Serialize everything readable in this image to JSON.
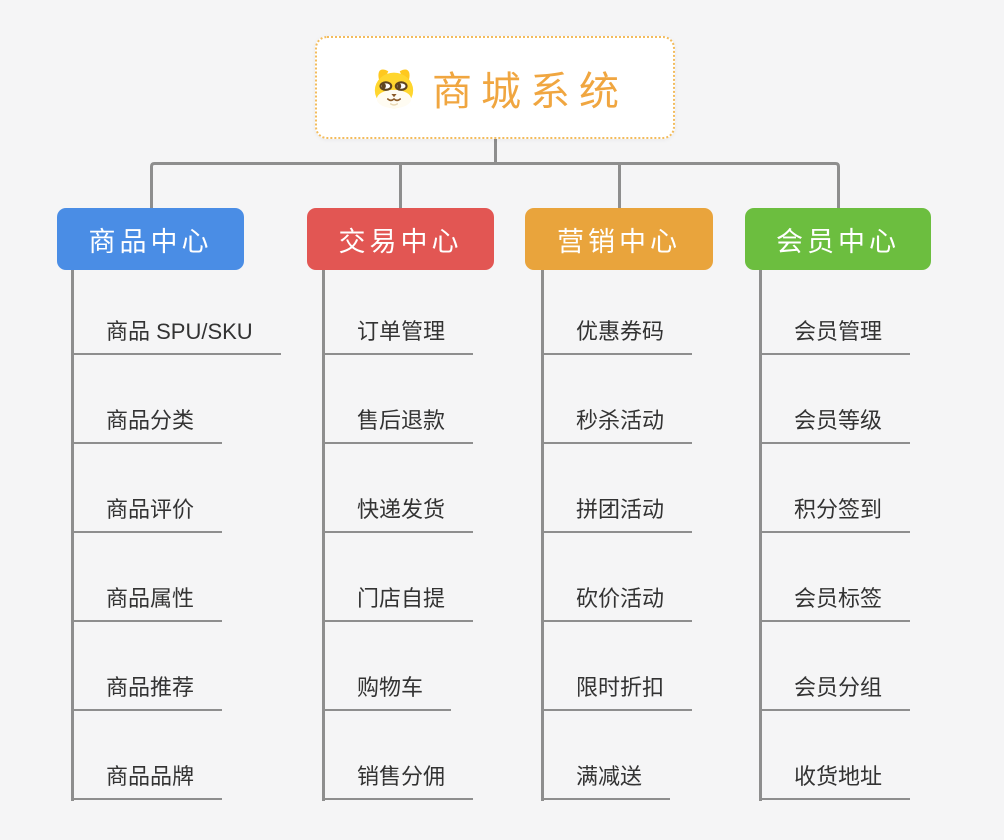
{
  "root": {
    "title": "商城系统",
    "icon": "dog-face-icon"
  },
  "branches": [
    {
      "id": "product-center",
      "label": "商品中心",
      "color": "#4A8DE5",
      "children": [
        "商品 SPU/SKU",
        "商品分类",
        "商品评价",
        "商品属性",
        "商品推荐",
        "商品品牌"
      ]
    },
    {
      "id": "trade-center",
      "label": "交易中心",
      "color": "#E25653",
      "children": [
        "订单管理",
        "售后退款",
        "快递发货",
        "门店自提",
        "购物车",
        "销售分佣"
      ]
    },
    {
      "id": "marketing-center",
      "label": "营销中心",
      "color": "#E9A43C",
      "children": [
        "优惠券码",
        "秒杀活动",
        "拼团活动",
        "砍价活动",
        "限时折扣",
        "满减送"
      ]
    },
    {
      "id": "member-center",
      "label": "会员中心",
      "color": "#6CBE3F",
      "children": [
        "会员管理",
        "会员等级",
        "积分签到",
        "会员标签",
        "会员分组",
        "收货地址"
      ]
    }
  ],
  "colors": {
    "background": "#F5F5F6",
    "connector": "#8E8E8E",
    "root_text": "#F0A640",
    "root_border": "#F3BC5D",
    "leaf_text": "#333333",
    "node_text": "#FFFFFF"
  }
}
